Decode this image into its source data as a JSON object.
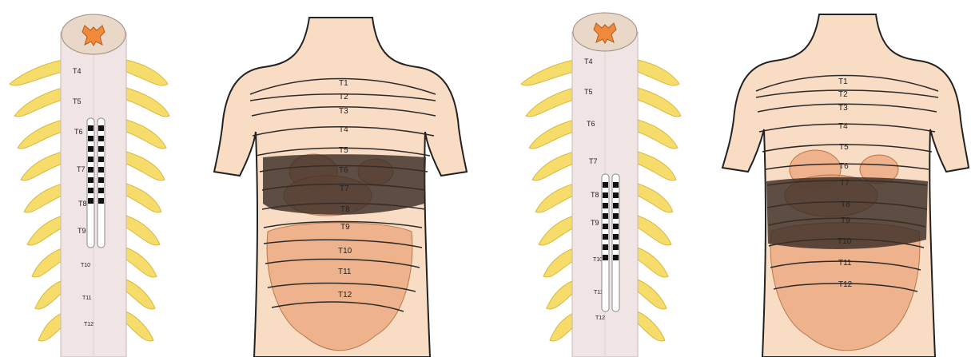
{
  "panels": [
    {
      "spine": {
        "vertebra_labels": [
          "T4",
          "T5",
          "T6",
          "T7",
          "T8",
          "T9",
          "T10",
          "T11",
          "T12"
        ],
        "lead_span": [
          "T6",
          "T8"
        ]
      },
      "torso": {
        "dermatome_labels": [
          "T1",
          "T2",
          "T3",
          "T4",
          "T5",
          "T6",
          "T7",
          "T8",
          "T9",
          "T10",
          "T11",
          "T12"
        ],
        "shaded_band": [
          "T6",
          "T8"
        ]
      }
    },
    {
      "spine": {
        "vertebra_labels": [
          "T4",
          "T5",
          "T6",
          "T7",
          "T8",
          "T9",
          "T10",
          "T11",
          "T12"
        ],
        "lead_span": [
          "T8",
          "T10"
        ]
      },
      "torso": {
        "dermatome_labels": [
          "T1",
          "T2",
          "T3",
          "T4",
          "T5",
          "T6",
          "T7",
          "T8",
          "T9",
          "T10",
          "T11",
          "T12"
        ],
        "shaded_band": [
          "T7",
          "T10"
        ]
      }
    }
  ],
  "colors": {
    "skin": "#f9dcc4",
    "spinal_cord": "#f1e4e4",
    "nerve": "#f6dc6a",
    "gray_matter": "#f08a3a",
    "viscera": "#e9a67a",
    "stimulation_band": "#3b2d26"
  }
}
